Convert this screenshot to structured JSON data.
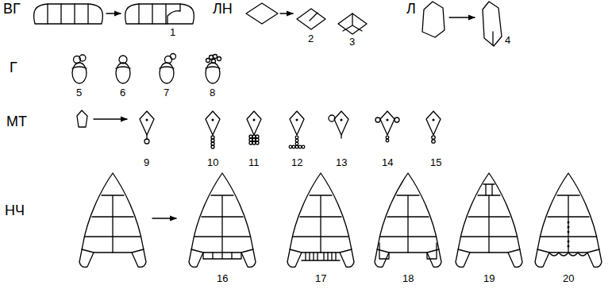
{
  "diagram": {
    "labels": [
      "ВГ",
      "1",
      "ЛН",
      "2",
      "3",
      "Л",
      "4",
      "Г",
      "5",
      "6",
      "7",
      "8",
      "МТ",
      "9",
      "10",
      "11",
      "12",
      "13",
      "14",
      "15",
      "НЧ",
      "16",
      "17",
      "18",
      "19",
      "20"
    ]
  }
}
